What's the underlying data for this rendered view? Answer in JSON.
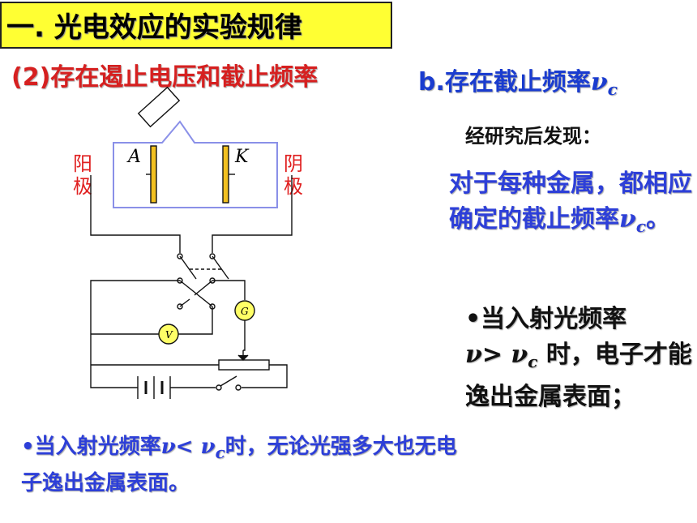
{
  "title": "一. 光电效应的实验规律",
  "subtitle": "(2)存在遏止电压和截止频率",
  "section_b": {
    "prefix": "b.存在截止频率",
    "symbol": "ν",
    "subscript": "c"
  },
  "found_label": "经研究后发现：",
  "para1": {
    "text": "对于每种金属，都相应确定的截止频率",
    "symbol": "ν",
    "subscript": "c",
    "end": "。"
  },
  "para2": {
    "line1": "•当入射光频率",
    "symbol1": "ν",
    "op": "> ",
    "symbol2": "ν",
    "subscript": "c",
    "rest": " 时，电子才能逸出金属表面；"
  },
  "bottom_note": {
    "prefix": "•当入射光频率",
    "symbol1": "ν",
    "op": "< ",
    "symbol2": "ν",
    "subscript": "c",
    "rest": "时，无论光强多大也无电子逸出金属表面。"
  },
  "circuit": {
    "anode_label": "阳极",
    "cathode_label": "阴极",
    "plate_a": "A",
    "plate_k": "K",
    "galvanometer": "G",
    "voltmeter": "V",
    "colors": {
      "plate": "#f2c020",
      "window": "#9aa0f0",
      "meter": "#ffff66"
    }
  }
}
